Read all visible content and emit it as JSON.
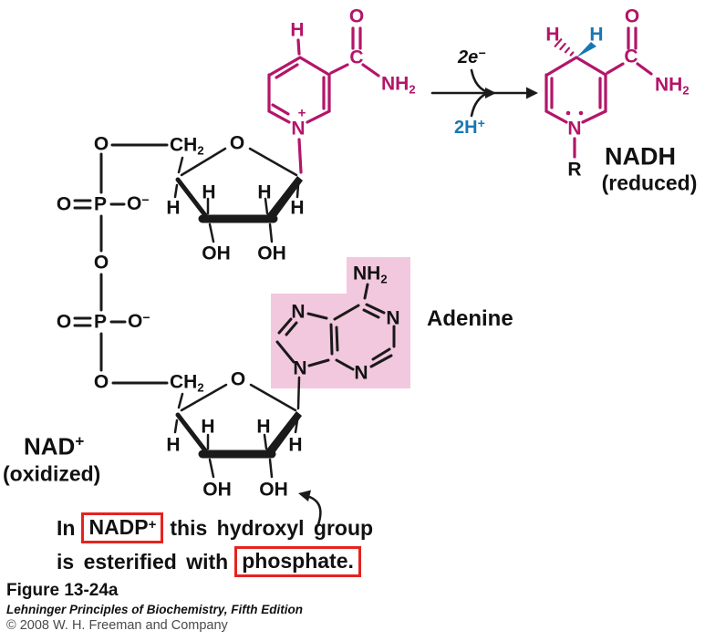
{
  "figure": {
    "nicotinamide": {
      "h": "H",
      "o": "O",
      "c": "C",
      "nh": "NH",
      "nh_sub": "2",
      "plus": "+",
      "n": "N"
    },
    "nadh_ring": {
      "h_left": "H",
      "h_right": "H",
      "o": "O",
      "c": "C",
      "nh": "NH",
      "nh_sub": "2",
      "n": "N",
      "r": "R"
    },
    "nad_label": {
      "title": "NAD",
      "sup": "+",
      "subtitle": "(oxidized)"
    },
    "nadh_label": {
      "title": "NADH",
      "subtitle": "(reduced)"
    },
    "reaction": {
      "electrons": "2e",
      "electrons_sup": "−",
      "protons": "2H",
      "protons_sup": "+"
    },
    "phos1": {
      "o_top": "O",
      "o_left": "O",
      "p": "P",
      "o_right": "O",
      "minus": "−",
      "ch": "CH",
      "ch_sub": "2"
    },
    "phos2": {
      "o_left": "O",
      "p": "P",
      "o_right": "O",
      "minus": "−",
      "o_bottom": "O",
      "ch": "CH",
      "ch_sub": "2"
    },
    "o_bridge": "O",
    "ribose1": {
      "o": "O",
      "h_a": "H",
      "h_b": "H",
      "h_c": "H",
      "h_d": "H",
      "oh_a": "OH",
      "oh_b": "OH"
    },
    "ribose2": {
      "o": "O",
      "h_a": "H",
      "h_b": "H",
      "h_c": "H",
      "h_d": "H",
      "oh_a": "OH",
      "oh_b": "OH"
    },
    "adenine": {
      "nh": "NH",
      "nh_sub": "2",
      "n1": "N",
      "n3": "N",
      "n7": "N",
      "n9": "N",
      "label": "Adenine"
    },
    "annotation": {
      "pre1": "In",
      "box1": "NADP",
      "box1_sup": "+",
      "post1": "this hydroxyl group",
      "pre2": "is esterified with",
      "box2": "phosphate."
    },
    "caption": {
      "figure": "Figure 13-24a",
      "book": "Lehninger Principles of Biochemistry, Fifth Edition",
      "copyright": "© 2008 W. H. Freeman and Company"
    }
  },
  "colors": {
    "magenta": "#b31569",
    "blue": "#1878b4",
    "highlight": "#f2c8de",
    "red_box": "#e5231f"
  }
}
